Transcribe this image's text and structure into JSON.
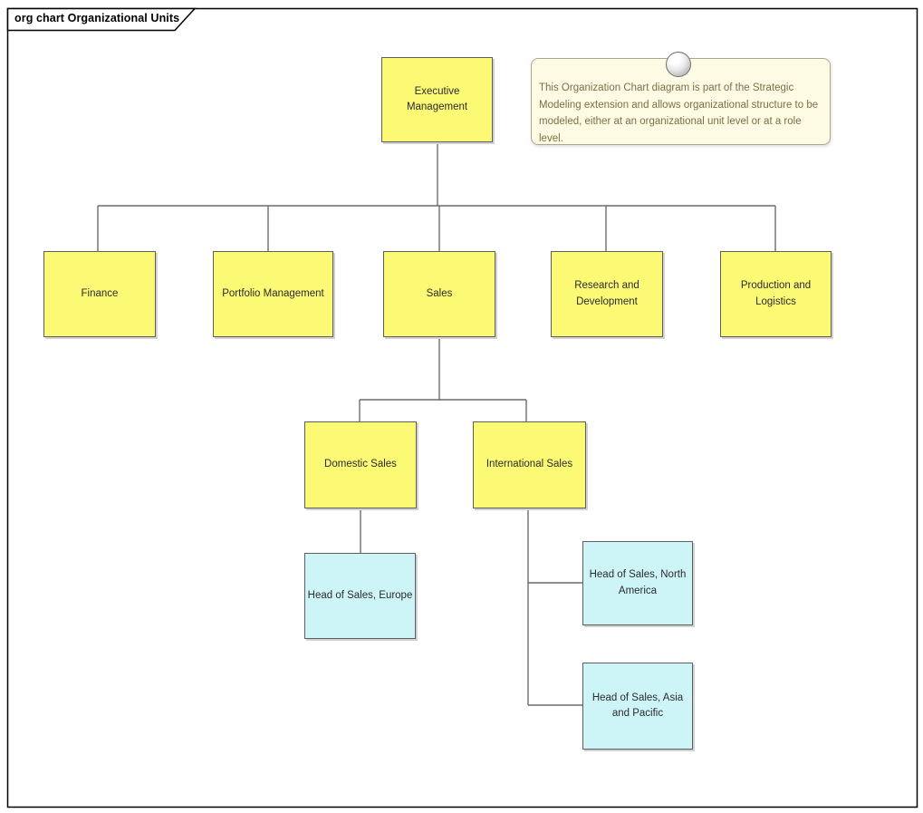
{
  "diagram": {
    "tab_label": "org chart Organizational Units",
    "type_note": "organization chart",
    "background_color": "#FFFFFF"
  },
  "colors": {
    "org_unit_fill": "#FCFA74",
    "role_fill": "#CDF5F8",
    "box_border": "#5E5E5E",
    "connector": "#6B6B6B",
    "frame_border": "#000000",
    "note_fill": "#FDFBE4",
    "note_border": "#ABA78F",
    "note_text_color": "#7D6E46"
  },
  "note": {
    "text": "This Organization Chart diagram is part of the Strategic Modeling extension and allows organizational structure to be modeled, either at an organizational unit level or at a role level."
  },
  "nodes": {
    "executive": {
      "label": "Executive Management",
      "kind": "organizational-unit"
    },
    "finance": {
      "label": "Finance",
      "kind": "organizational-unit"
    },
    "portfolio": {
      "label": "Portfolio Management",
      "kind": "organizational-unit"
    },
    "sales": {
      "label": "Sales",
      "kind": "organizational-unit"
    },
    "research": {
      "label": "Research and Development",
      "kind": "organizational-unit"
    },
    "production": {
      "label": "Production and Logistics",
      "kind": "organizational-unit"
    },
    "domestic": {
      "label": "Domestic Sales",
      "kind": "organizational-unit"
    },
    "international": {
      "label": "International Sales",
      "kind": "organizational-unit"
    },
    "head_europe": {
      "label": "Head of Sales, Europe",
      "kind": "role"
    },
    "head_north_america": {
      "label": "Head of Sales, North America",
      "kind": "role"
    },
    "head_asia_pacific": {
      "label": "Head of Sales, Asia and Pacific",
      "kind": "role"
    }
  },
  "edges": [
    {
      "from": "executive",
      "to": "finance"
    },
    {
      "from": "executive",
      "to": "portfolio"
    },
    {
      "from": "executive",
      "to": "sales"
    },
    {
      "from": "executive",
      "to": "research"
    },
    {
      "from": "executive",
      "to": "production"
    },
    {
      "from": "sales",
      "to": "domestic"
    },
    {
      "from": "sales",
      "to": "international"
    },
    {
      "from": "domestic",
      "to": "head_europe"
    },
    {
      "from": "international",
      "to": "head_north_america"
    },
    {
      "from": "international",
      "to": "head_asia_pacific"
    }
  ]
}
